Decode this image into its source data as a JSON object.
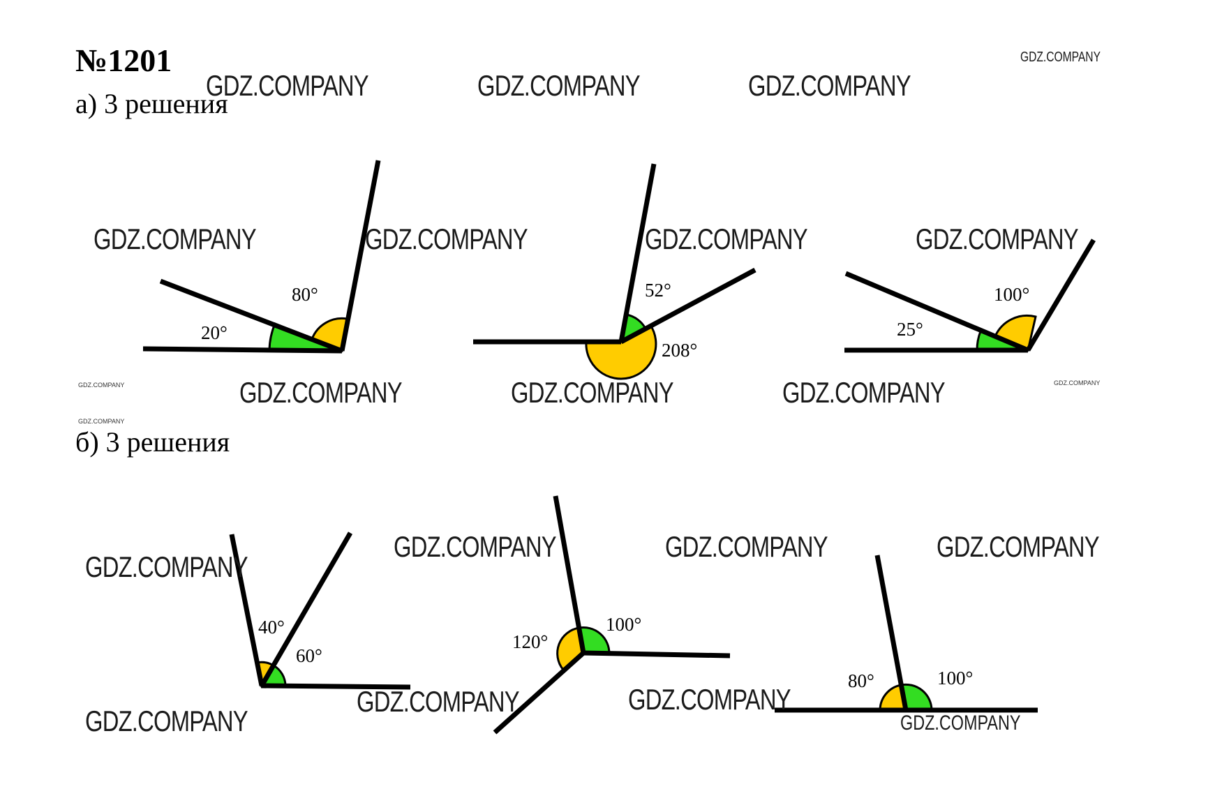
{
  "problem": {
    "number": "№1201"
  },
  "sections": {
    "a": {
      "label": "а)  3 решения"
    },
    "b": {
      "label": "б) 3 решения"
    }
  },
  "angles": {
    "a1": {
      "outer": "80°",
      "inner": "20°"
    },
    "a2": {
      "top": "52°",
      "reflex": "208°"
    },
    "a3": {
      "outer": "100°",
      "inner": "25°"
    },
    "b1": {
      "left": "40°",
      "right": "60°"
    },
    "b2": {
      "left": "120°",
      "right": "100°"
    },
    "b3": {
      "left": "80°",
      "right": "100°"
    }
  },
  "watermark": {
    "text": "GDZ.COMPANY"
  },
  "colors": {
    "yellow_angle": "#ffcc00",
    "green_angle": "#33dd22"
  }
}
